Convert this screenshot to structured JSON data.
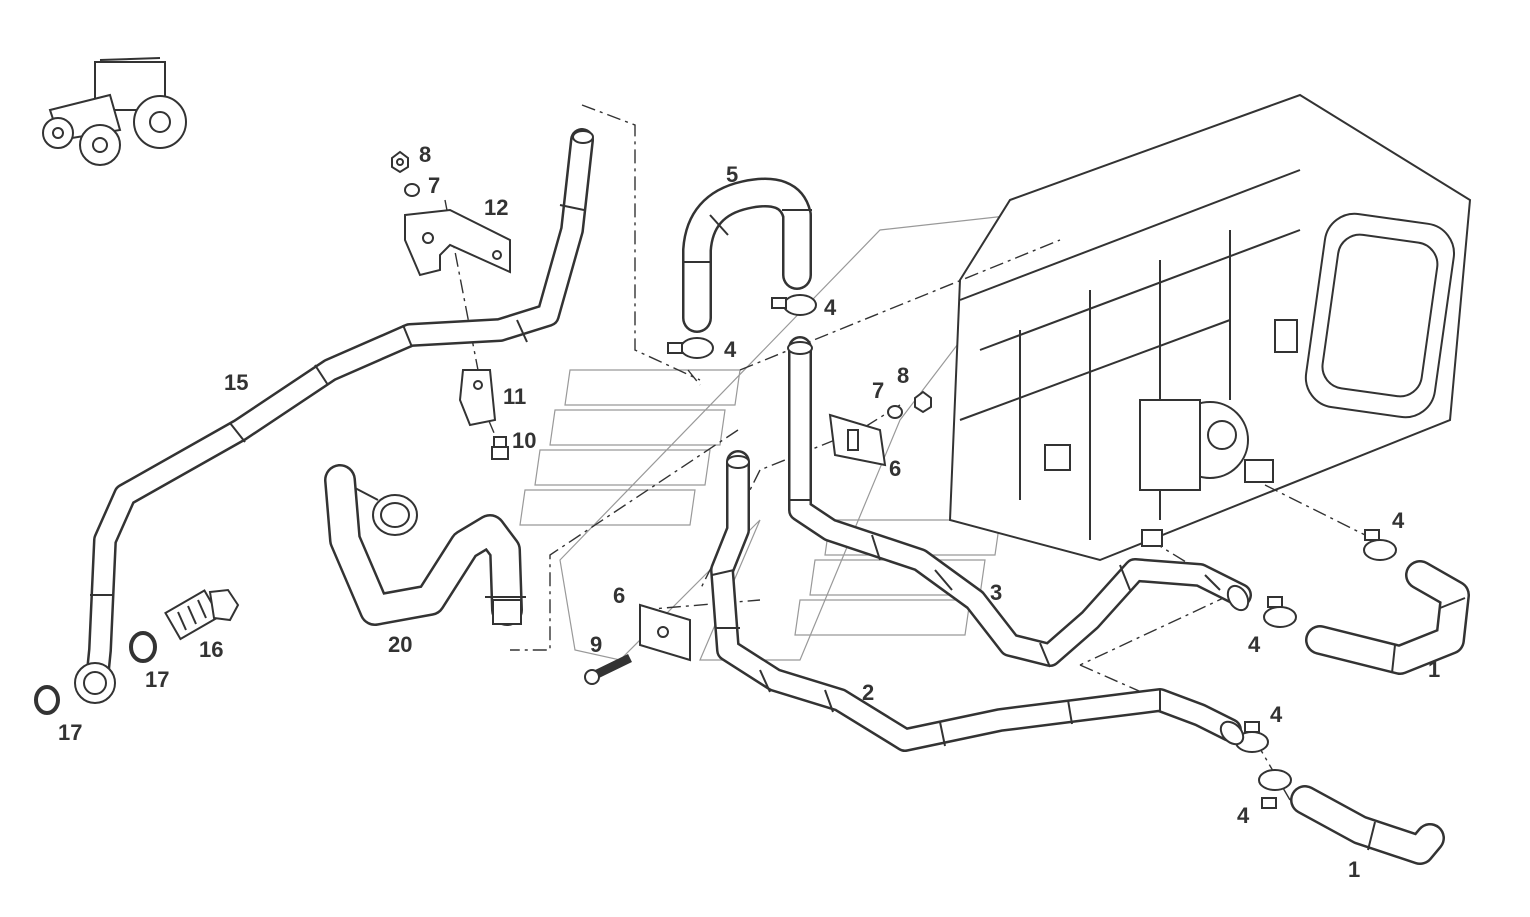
{
  "callouts": {
    "c1a": "1",
    "c1b": "1",
    "c2": "2",
    "c3": "3",
    "c4a": "4",
    "c4b": "4",
    "c4c": "4",
    "c4d": "4",
    "c4e": "4",
    "c4f": "4",
    "c5": "5",
    "c6a": "6",
    "c6b": "6",
    "c7a": "7",
    "c7b": "7",
    "c8a": "8",
    "c8b": "8",
    "c9": "9",
    "c10": "10",
    "c11": "11",
    "c12": "12",
    "c15": "15",
    "c16": "16",
    "c17a": "17",
    "c17b": "17",
    "c20": "20"
  },
  "icons": {
    "tractor": "tractor-icon"
  },
  "colors": {
    "line": "#333333",
    "background": "#ffffff",
    "watermark": "#999999"
  }
}
